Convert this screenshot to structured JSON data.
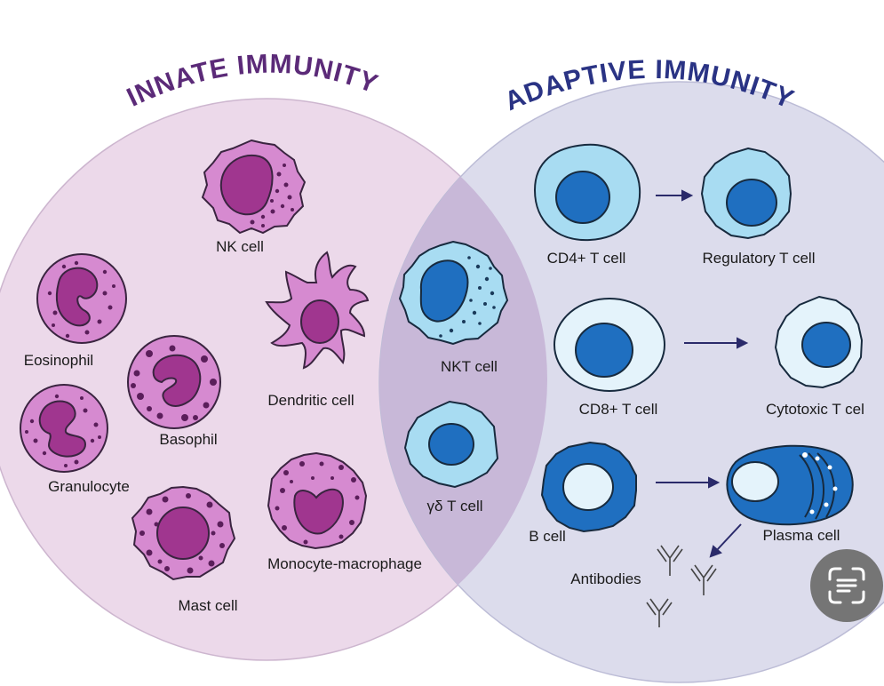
{
  "headings": {
    "innate": "INNATE IMMUNITY",
    "adaptive": "ADAPTIVE IMMUNITY"
  },
  "labels": {
    "nk_cell": "NK cell",
    "eosinophil": "Eosinophil",
    "dendritic_cell": "Dendritic cell",
    "basophil": "Basophil",
    "granulocyte": "Granulocyte",
    "mast_cell": "Mast cell",
    "monocyte_macrophage": "Monocyte-macrophage",
    "nkt_cell": "NKT cell",
    "gd_t_cell": "γδ T cell",
    "cd4_t_cell": "CD4+ T cell",
    "regulatory_t_cell": "Regulatory T cell",
    "cd8_t_cell": "CD8+ T cell",
    "cytotoxic_t_cell": "Cytotoxic T cel",
    "b_cell": "B cell",
    "plasma_cell": "Plasma cell",
    "antibodies": "Antibodies"
  },
  "icons": {
    "lens": "google-lens-icon"
  },
  "colors": {
    "innate_circle": "#ecd9ea",
    "adaptive_circle": "#dcdcec",
    "overlap": "#c8b8d8",
    "innate_heading": "#5b2a78",
    "adaptive_heading": "#2a3384",
    "purple_cell": "#d68ad0",
    "purple_nucleus": "#a0368f",
    "light_blue_cell": "#a8dcf2",
    "dark_blue_nucleus": "#1f6fc0",
    "pale_cell": "#e4f3fb"
  }
}
